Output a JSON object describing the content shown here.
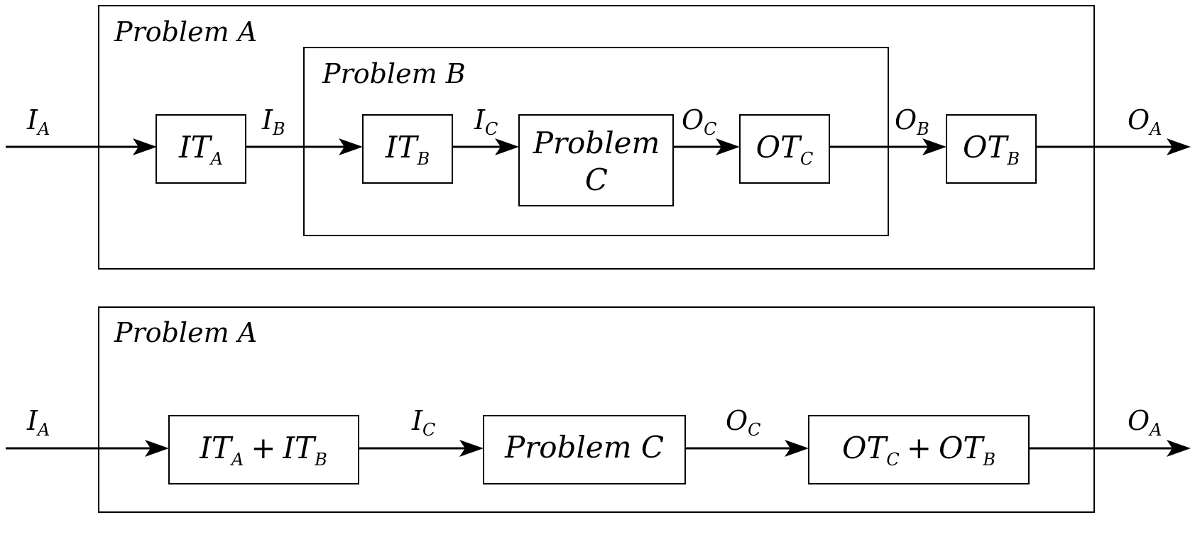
{
  "top": {
    "outer_title": "Problem A",
    "inner_title": "Problem B",
    "blocks": {
      "it_a": {
        "main": "IT",
        "sub": "A"
      },
      "it_b": {
        "main": "IT",
        "sub": "B"
      },
      "problem_c_line1": "Problem",
      "problem_c_line2": "C",
      "ot_c": {
        "main": "OT",
        "sub": "C"
      },
      "ot_b": {
        "main": "OT",
        "sub": "B"
      }
    },
    "signals": {
      "i_a": {
        "main": "I",
        "sub": "A"
      },
      "i_b": {
        "main": "I",
        "sub": "B"
      },
      "i_c": {
        "main": "I",
        "sub": "C"
      },
      "o_c": {
        "main": "O",
        "sub": "C"
      },
      "o_b": {
        "main": "O",
        "sub": "B"
      },
      "o_a": {
        "main": "O",
        "sub": "A"
      }
    }
  },
  "bottom": {
    "outer_title": "Problem A",
    "blocks": {
      "it_combined": {
        "a_main": "IT",
        "a_sub": "A",
        "plus": "+",
        "b_main": "IT",
        "b_sub": "B"
      },
      "problem_c": "Problem C",
      "ot_combined": {
        "a_main": "OT",
        "a_sub": "C",
        "plus": "+",
        "b_main": "OT",
        "b_sub": "B"
      }
    },
    "signals": {
      "i_a": {
        "main": "I",
        "sub": "A"
      },
      "i_c": {
        "main": "I",
        "sub": "C"
      },
      "o_c": {
        "main": "O",
        "sub": "C"
      },
      "o_a": {
        "main": "O",
        "sub": "A"
      }
    }
  }
}
